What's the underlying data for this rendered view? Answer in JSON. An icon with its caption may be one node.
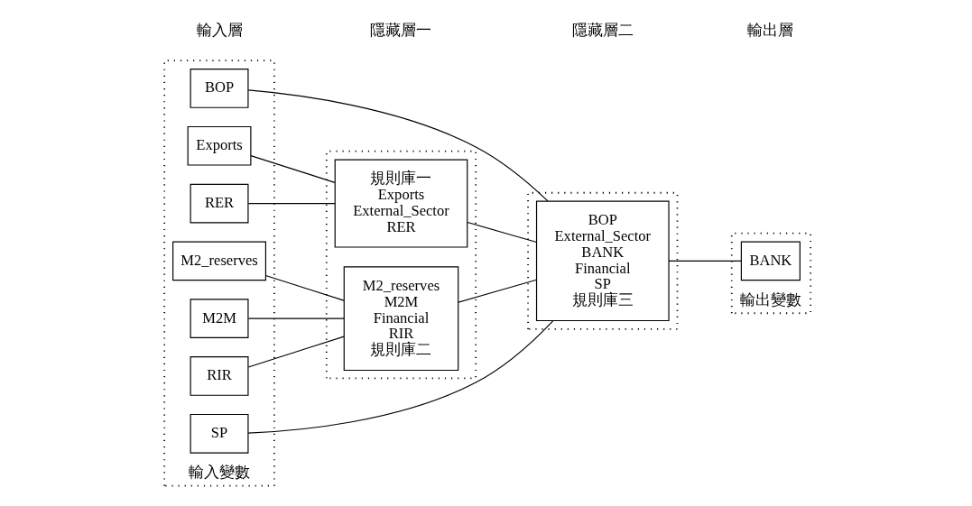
{
  "diagram": {
    "nodes": [
      {
        "text": [
          "輸入變數"
        ]
      },
      {
        "text": [
          "BOP"
        ],
        "in": 0
      },
      {
        "text": [
          "Exports"
        ],
        "in": 0
      },
      {
        "text": [
          "RER"
        ],
        "in": 0
      },
      {
        "text": [
          "M2_reserves"
        ],
        "in": 0
      },
      {
        "text": [
          "M2M"
        ],
        "in": 0
      },
      {
        "text": [
          "RIR"
        ],
        "in": 0
      },
      {
        "text": [
          "SP"
        ],
        "in": 0
      },
      {
        "text": [],
        "shape": "box"
      },
      {
        "text": [
          "規則庫一",
          "Exports",
          "External_Sector",
          "RER"
        ],
        "in": 8
      },
      {
        "text": [
          "M2_reserves",
          "M2M",
          "Financial",
          "RIR",
          "規則庫二"
        ],
        "in": 8
      },
      {
        "text": [],
        "shape": "box"
      },
      {
        "text": [
          "BOP",
          "External_Sector",
          "BANK",
          "Financial",
          "SP",
          "規則庫三"
        ],
        "in": 11
      },
      {
        "text": [
          "輸出變數"
        ]
      },
      {
        "text": [
          "BANK"
        ],
        "in": 13
      }
    ],
    "edges": [
      {
        "from": 1,
        "to": 12,
        "arrow": "none"
      },
      {
        "from": 2,
        "to": 9,
        "arrow": "none"
      },
      {
        "from": 3,
        "to": 9,
        "arrow": "none"
      },
      {
        "from": 4,
        "to": 10,
        "arrow": "none"
      },
      {
        "from": 5,
        "to": 10,
        "arrow": "none"
      },
      {
        "from": 6,
        "to": 10,
        "arrow": "none"
      },
      {
        "from": 9,
        "to": 12,
        "arrow": "none"
      },
      {
        "from": 10,
        "to": 12,
        "arrow": "none"
      },
      {
        "from": 7,
        "to": 12,
        "arrow": "none"
      },
      {
        "from": 12,
        "to": 14,
        "arrow": "none"
      }
    ],
    "labels": [
      "輸入層",
      "隱藏層一",
      "隱藏層二",
      "輸出層"
    ]
  }
}
